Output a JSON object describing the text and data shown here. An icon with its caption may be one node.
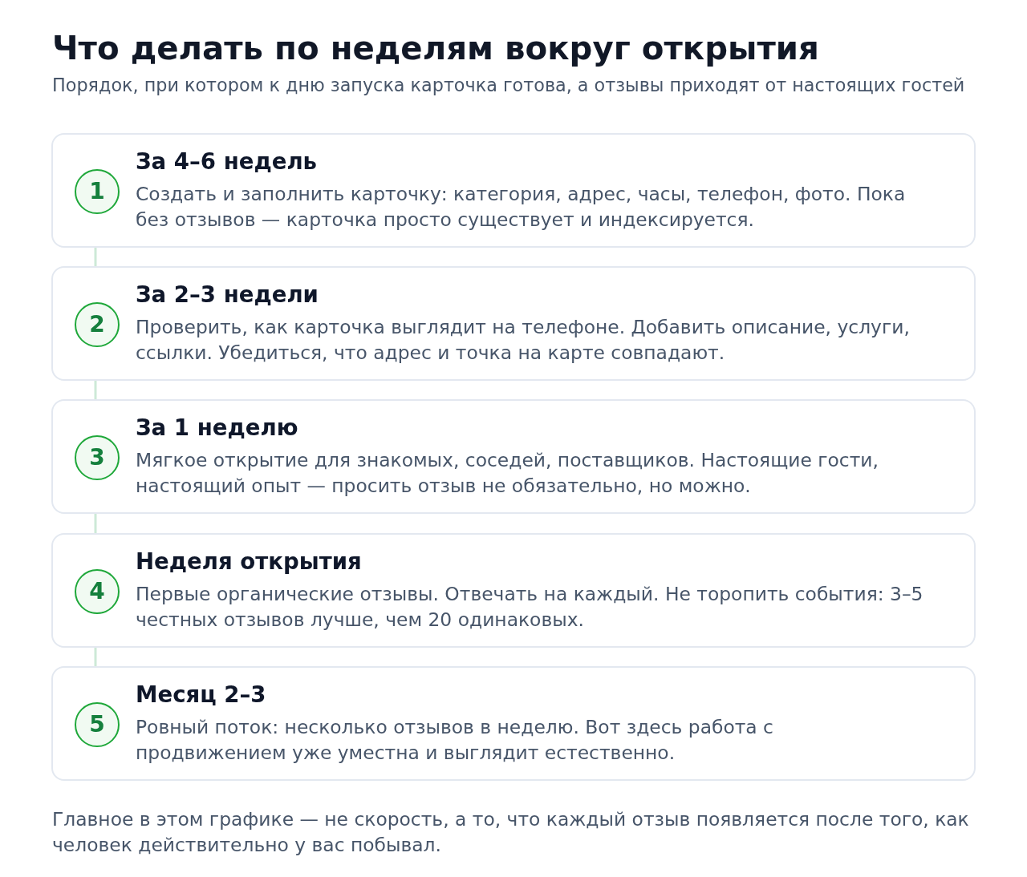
{
  "diagram": {
    "title": "Что делать по неделям вокруг открытия",
    "caption": "Главное в этом графике — не скорость, а то, что каждый отзыв появляется после того, как человек действительно у вас побывал.",
    "nodes": [
      {
        "text": [
          "За 4–6 недель",
          "Создать и заполнить карточку: категория, адрес, часы, телефон, фото. Пока без отзывов — карточка просто существует и индексируется."
        ]
      },
      {
        "text": [
          "1"
        ],
        "in": 0
      },
      {
        "text": [
          "За 2–3 недели",
          "Проверить, как карточка выглядит на телефоне. Добавить описание, услуги, ссылки. Убедиться, что адрес и точка на карте совпадают."
        ]
      },
      {
        "text": [
          "2"
        ],
        "in": 2
      },
      {
        "text": [
          "За 1 неделю",
          "Мягкое открытие для знакомых, соседей, поставщиков. Настоящие гости, настоящий опыт — просить отзыв не обязательно, но можно."
        ]
      },
      {
        "text": [
          "3"
        ],
        "in": 4
      },
      {
        "text": [
          "Неделя открытия",
          "Первые органические отзывы. Отвечать на каждый. Не торопить события: 3–5 честных отзывов лучше, чем 20 одинаковых."
        ]
      },
      {
        "text": [
          "4"
        ],
        "in": 6
      },
      {
        "text": [
          "Месяц 2–3",
          "Ровный поток: несколько отзывов в неделю. Вот здесь работа с продвижением уже уместна и выглядит естественно."
        ]
      },
      {
        "text": [
          "5"
        ],
        "in": 8
      }
    ],
    "edges": [
      {
        "from": 0,
        "to": 2,
        "arrow": "none"
      },
      {
        "from": 2,
        "to": 4,
        "arrow": "none"
      },
      {
        "from": 4,
        "to": 6,
        "arrow": "none"
      },
      {
        "from": 6,
        "to": 8,
        "arrow": "none"
      }
    ],
    "labels": [
      "Порядок, при котором к дню запуска карточка готова, а отзывы приходят от настоящих гостей"
    ]
  }
}
